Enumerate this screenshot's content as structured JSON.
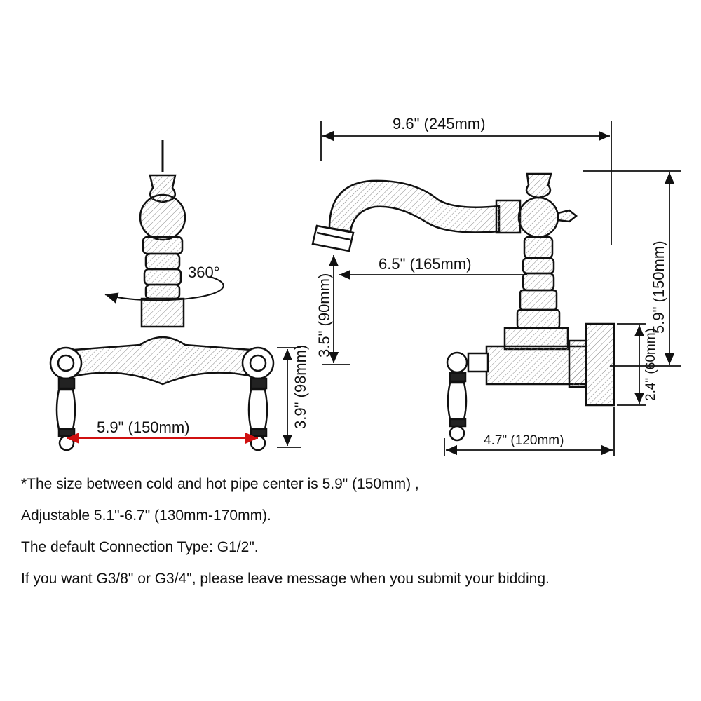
{
  "dimensions": {
    "total_reach": "9.6\" (245mm)",
    "spout_reach": "6.5\" (165mm)",
    "spout_height": "3.5\" (90mm)",
    "total_height": "5.9\" (150mm)",
    "inlet_height": "2.4\" (60mm)",
    "wall_projection": "4.7\" (120mm)",
    "center_distance": "5.9\" (150mm)",
    "handle_height": "3.9\" (98mm)",
    "rotation": "360°"
  },
  "notes": [
    "*The size between cold and hot pipe center is 5.9\" (150mm) ,",
    "Adjustable 5.1\"-6.7\" (130mm-170mm).",
    "The default Connection Type: G1/2\".",
    "If you want G3/8\" or G3/4\", please leave message when you submit your bidding."
  ]
}
